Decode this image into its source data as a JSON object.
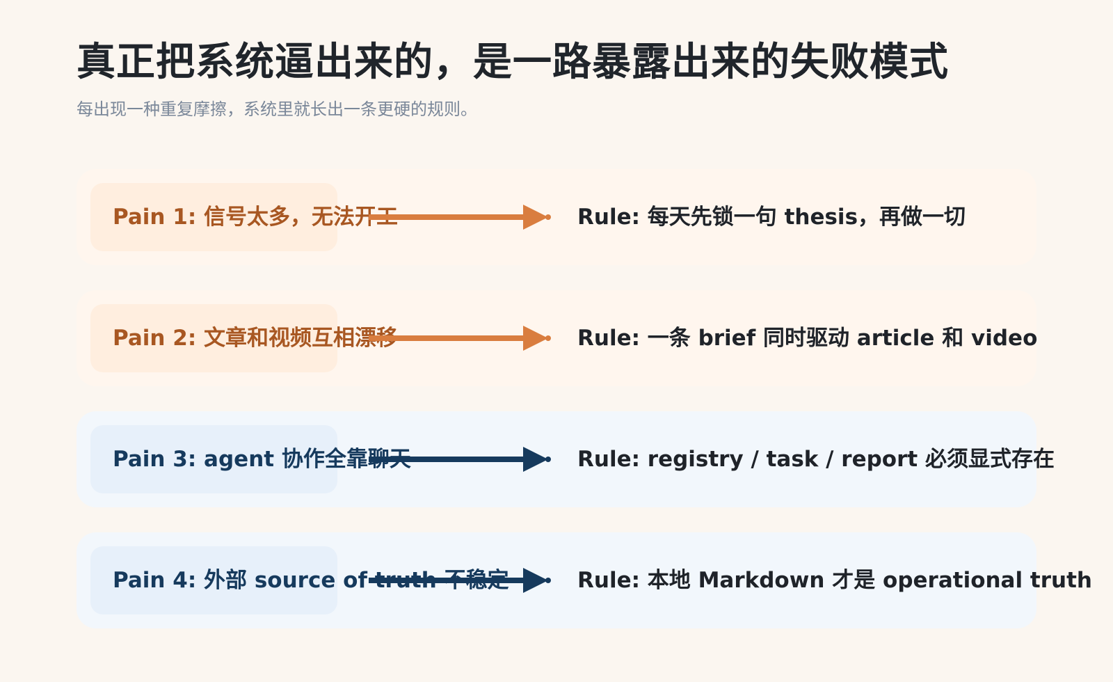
{
  "header": {
    "title": "真正把系统逼出来的，是一路暴露出来的失败模式",
    "subtitle": "每出现一种重复摩擦，系统里就长出一条更硬的规则。"
  },
  "colors": {
    "warm_arrow": "#d97d3f",
    "cool_arrow": "#163a5d"
  },
  "rows": [
    {
      "pain": "Pain 1: 信号太多，无法开工",
      "rule": "Rule: 每天先锁一句 thesis，再做一切",
      "tone": "warm"
    },
    {
      "pain": "Pain 2: 文章和视频互相漂移",
      "rule": "Rule: 一条 brief 同时驱动 article 和 video",
      "tone": "warm"
    },
    {
      "pain": "Pain 3: agent 协作全靠聊天",
      "rule": "Rule: registry / task / report 必须显式存在",
      "tone": "cool"
    },
    {
      "pain": "Pain 4: 外部 source of truth 不稳定",
      "rule": "Rule: 本地 Markdown 才是 operational truth",
      "tone": "cool"
    }
  ]
}
